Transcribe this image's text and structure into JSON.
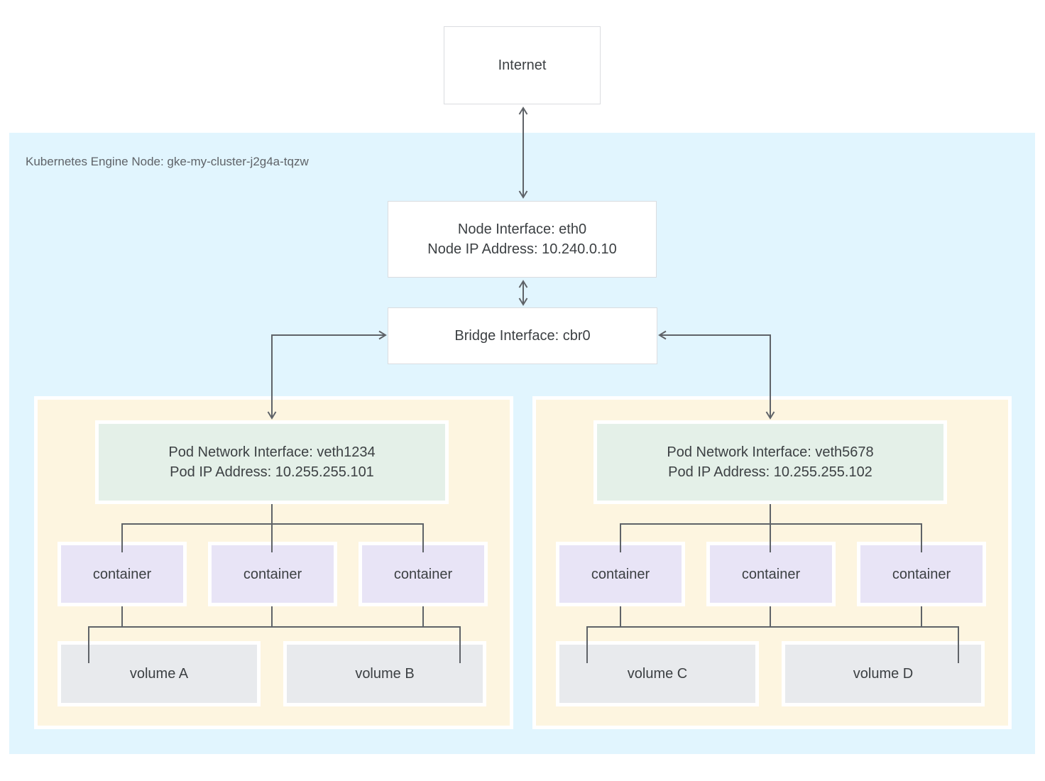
{
  "diagram": {
    "internet": {
      "label": "Internet"
    },
    "node": {
      "label": "Kubernetes Engine Node: gke-my-cluster-j2g4a-tqzw",
      "interface": {
        "line1": "Node Interface: eth0",
        "line2": "Node IP Address: 10.240.0.10"
      },
      "bridge": {
        "label": "Bridge Interface: cbr0"
      },
      "pods": [
        {
          "interface": {
            "line1": "Pod Network Interface: veth1234",
            "line2": "Pod IP Address: 10.255.255.101"
          },
          "containers": [
            "container",
            "container",
            "container"
          ],
          "volumes": [
            "volume A",
            "volume B"
          ]
        },
        {
          "interface": {
            "line1": "Pod Network Interface: veth5678",
            "line2": "Pod IP Address: 10.255.255.102"
          },
          "containers": [
            "container",
            "container",
            "container"
          ],
          "volumes": [
            "volume C",
            "volume D"
          ]
        }
      ]
    },
    "colors": {
      "node_background": "#e1f5fe",
      "pod_background": "#fdf5e0",
      "pod_interface_background": "#e4f0e8",
      "container_background": "#e8e4f6",
      "volume_background": "#e8eaed",
      "connector_line": "#5f6368",
      "box_border": "#dadce0",
      "text": "#3c4043",
      "node_label_text": "#5f6368"
    }
  }
}
